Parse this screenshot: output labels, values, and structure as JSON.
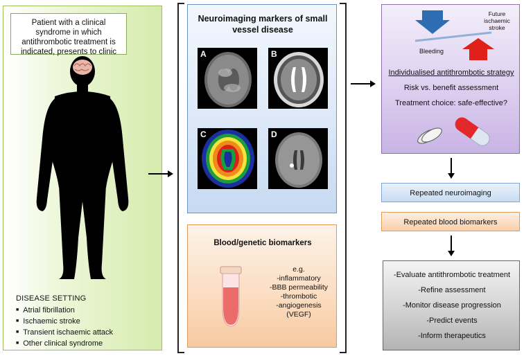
{
  "patient_text": "Patient with a clinical syndrome in which antithrombotic treatment is indicated, presents to clinic",
  "disease_setting": {
    "title": "DISEASE SETTING",
    "items": [
      "Atrial fibrillation",
      "Ischaemic stroke",
      "Transient ischaemic attack",
      "Other clinical syndrome"
    ]
  },
  "neuroimaging": {
    "title": "Neuroimaging markers of small vessel disease",
    "panels": [
      "A",
      "B",
      "C",
      "D"
    ]
  },
  "blood": {
    "title": "Blood/genetic biomarkers",
    "lines": [
      "e.g.",
      "-inflammatory",
      "-BBB permeability",
      "-thrombotic",
      "-angiogenesis",
      "(VEGF)"
    ]
  },
  "strategy": {
    "future_label": "Future ischaemic stroke",
    "bleeding_label": "Bleeding",
    "lines": [
      "Individualised antithrombotic strategy",
      "Risk vs. benefit assessment",
      "Treatment choice: safe-effective?"
    ]
  },
  "repeated_neuroimaging": "Repeated neuroimaging",
  "repeated_blood": "Repeated blood biomarkers",
  "outcomes": [
    "-Evaluate antithrombotic treatment",
    "-Refine assessment",
    "-Monitor disease progression",
    "-Predict events",
    "-Inform therapeutics"
  ],
  "colors": {
    "green_panel": "#d5ebac",
    "blue_panel": "#c7daf2",
    "orange_panel": "#f7c9a0",
    "purple_panel": "#c8b4e4",
    "grey_panel": "#b3b3b3",
    "arrow_down_blue": "#2f6db3",
    "arrow_up_red": "#e0201b"
  }
}
